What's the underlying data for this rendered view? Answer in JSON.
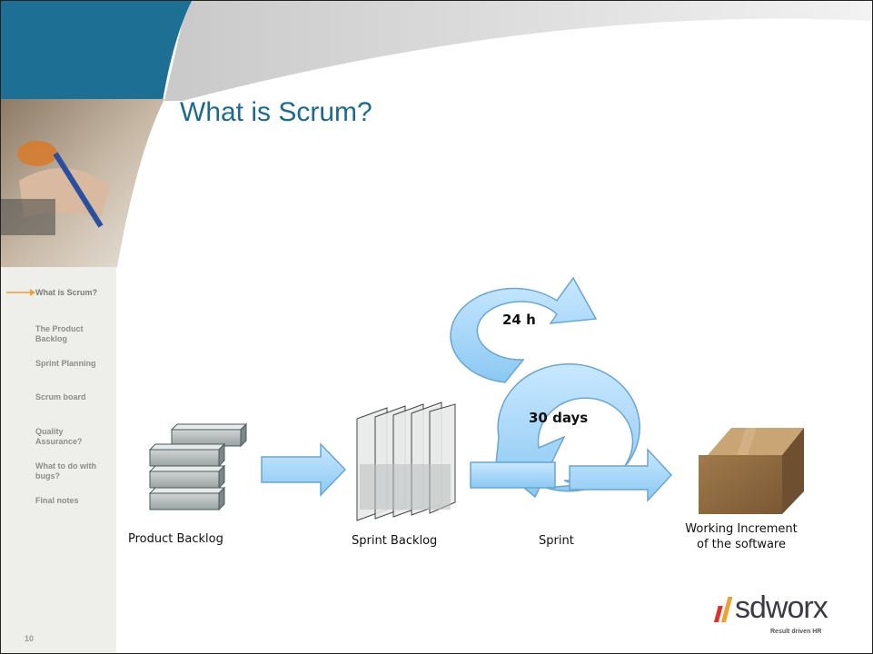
{
  "slide": {
    "title": "What is Scrum?",
    "page_number": "10"
  },
  "nav": {
    "items": [
      {
        "label": "What is Scrum?",
        "active": true
      },
      {
        "label": "The Product Backlog",
        "active": false
      },
      {
        "label": "Sprint Planning",
        "active": false
      },
      {
        "label": "Scrum board",
        "active": false
      },
      {
        "label": "Quality Assurance?",
        "active": false
      },
      {
        "label": "What to do with bugs?",
        "active": false
      },
      {
        "label": "Final notes",
        "active": false
      }
    ]
  },
  "diagram": {
    "product_backlog_label": "Product Backlog",
    "sprint_backlog_label": "Sprint Backlog",
    "sprint_label": "Sprint",
    "increment_label_line1": "Working Increment",
    "increment_label_line2": "of the software",
    "daily_cycle_label": "24 h",
    "sprint_cycle_label": "30 days"
  },
  "logo": {
    "name": "sdworx",
    "tagline": "Result driven HR"
  },
  "colors": {
    "title": "#1d6a8e",
    "accent": "#f0a030",
    "arrow_fill": "#a9d9fb",
    "arrow_stroke": "#6aa6cf",
    "band": "#1e6f94",
    "sidebar": "#eeeeea"
  }
}
